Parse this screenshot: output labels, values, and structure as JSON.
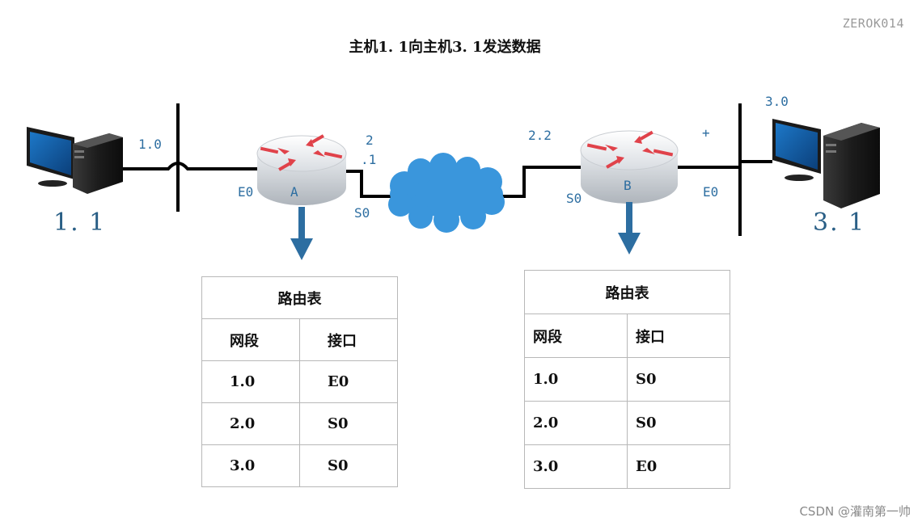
{
  "title": "主机1. 1向主机3. 1发送数据",
  "watermark_top": "ZEROK014",
  "watermark_bottom": "CSDN @灌南第一帅",
  "hosts": {
    "left": "1. 1",
    "right": "3. 1"
  },
  "networks": {
    "left": "1.0",
    "right": "3.0",
    "wan_left_top": "2",
    "wan_left_bottom": ".1",
    "wan_right": "2.2"
  },
  "routers": {
    "a": {
      "name": "A",
      "lan_if": "E0",
      "wan_if": "S0"
    },
    "b": {
      "name": "B",
      "lan_if": "E0",
      "wan_if": "S0"
    }
  },
  "plus_mark": "+",
  "routing_tables": [
    {
      "title": "路由表",
      "headers": [
        "网段",
        "接口"
      ],
      "rows": [
        [
          "1.0",
          "E0"
        ],
        [
          "2.0",
          "S0"
        ],
        [
          "3.0",
          "S0"
        ]
      ]
    },
    {
      "title": "路由表",
      "headers": [
        "网段",
        "接口"
      ],
      "rows": [
        [
          "1.0",
          "S0"
        ],
        [
          "2.0",
          "S0"
        ],
        [
          "3.0",
          "E0"
        ]
      ]
    }
  ],
  "colors": {
    "host_label": "#2a5f86",
    "if_label": "#2d6ea1",
    "cloud": "#3a96dc",
    "arrow": "#2d6ea1",
    "router_arrow": "#e0424a",
    "line": "#000000"
  }
}
